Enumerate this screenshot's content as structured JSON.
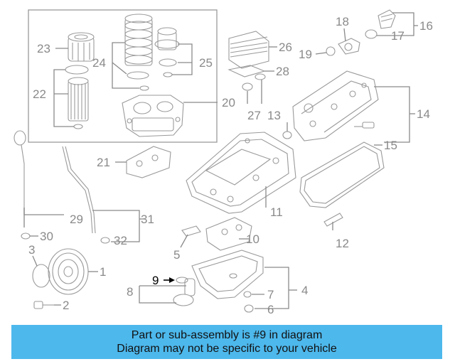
{
  "callouts": [
    {
      "id": "c1",
      "text": "1"
    },
    {
      "id": "c2",
      "text": "2"
    },
    {
      "id": "c3",
      "text": "3"
    },
    {
      "id": "c4",
      "text": "4"
    },
    {
      "id": "c5",
      "text": "5"
    },
    {
      "id": "c6",
      "text": "6"
    },
    {
      "id": "c7",
      "text": "7"
    },
    {
      "id": "c8",
      "text": "8"
    },
    {
      "id": "c9",
      "text": "9"
    },
    {
      "id": "c10",
      "text": "10"
    },
    {
      "id": "c11",
      "text": "11"
    },
    {
      "id": "c12",
      "text": "12"
    },
    {
      "id": "c13",
      "text": "13"
    },
    {
      "id": "c14",
      "text": "14"
    },
    {
      "id": "c15",
      "text": "15"
    },
    {
      "id": "c16",
      "text": "16"
    },
    {
      "id": "c17",
      "text": "17"
    },
    {
      "id": "c18",
      "text": "18"
    },
    {
      "id": "c19",
      "text": "19"
    },
    {
      "id": "c20",
      "text": "20"
    },
    {
      "id": "c21",
      "text": "21"
    },
    {
      "id": "c22",
      "text": "22"
    },
    {
      "id": "c23",
      "text": "23"
    },
    {
      "id": "c24",
      "text": "24"
    },
    {
      "id": "c25",
      "text": "25"
    },
    {
      "id": "c26",
      "text": "26"
    },
    {
      "id": "c27",
      "text": "27"
    },
    {
      "id": "c28",
      "text": "28"
    },
    {
      "id": "c29",
      "text": "29"
    },
    {
      "id": "c30",
      "text": "30"
    },
    {
      "id": "c31",
      "text": "31"
    },
    {
      "id": "c32",
      "text": "32"
    }
  ],
  "highlighted_part": "9",
  "banner": {
    "line1": "Part or sub-assembly is #9 in diagram",
    "line2": "Diagram may not be specific to your vehicle"
  },
  "colors": {
    "banner_bg": "#4db8ec",
    "line_art": "#9a9a9a",
    "callout_text": "#8a8a8a",
    "highlight_text": "#000000"
  }
}
